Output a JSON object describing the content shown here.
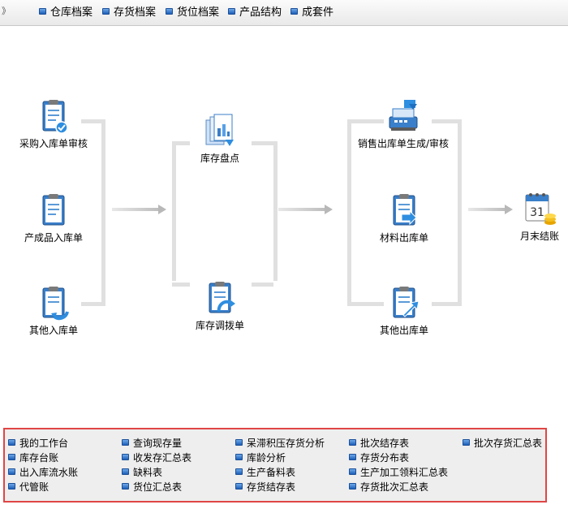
{
  "toolbar": {
    "items": [
      {
        "label": "仓库档案"
      },
      {
        "label": "存货档案"
      },
      {
        "label": "货位档案"
      },
      {
        "label": "产品结构"
      },
      {
        "label": "成套件"
      }
    ]
  },
  "flow": {
    "purchase_in": "采购入库单审核",
    "product_in": "产成品入库单",
    "other_in": "其他入库单",
    "stocktake": "库存盘点",
    "transfer": "库存调拨单",
    "sales_out": "销售出库单生成/审核",
    "material_out": "材料出库单",
    "other_out": "其他出库单",
    "month_end": "月末结账"
  },
  "links": {
    "col1": [
      "我的工作台",
      "库存台账",
      "出入库流水账",
      "代管账"
    ],
    "col2": [
      "查询现存量",
      "收发存汇总表",
      "缺料表",
      "货位汇总表"
    ],
    "col3": [
      "呆滞积压存货分析",
      "库龄分析",
      "生产备料表",
      "存货结存表"
    ],
    "col4": [
      "批次结存表",
      "存货分布表",
      "生产加工领料汇总表",
      "存货批次汇总表"
    ],
    "col5": [
      "批次存货汇总表"
    ]
  }
}
